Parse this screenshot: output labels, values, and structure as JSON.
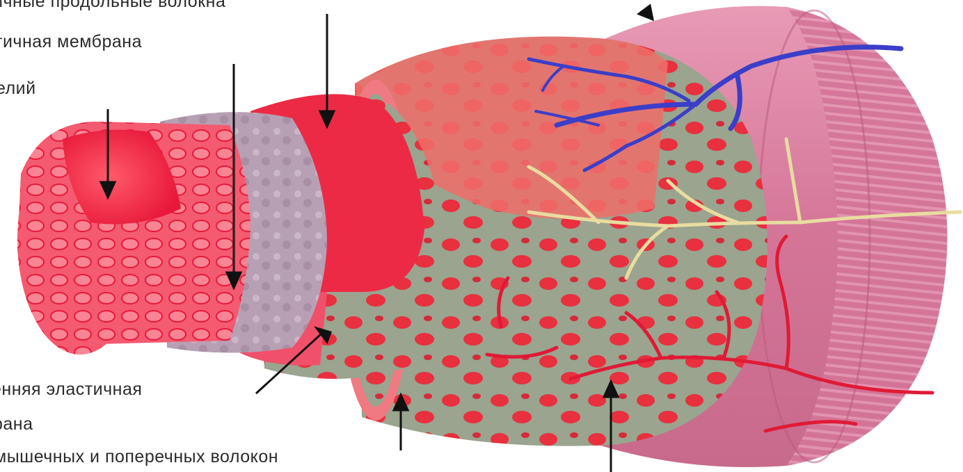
{
  "labels": [
    "ичные продольные волокна",
    "тичная мембрана",
    "елий",
    "енняя эластичная",
    "рана",
    "мышечных и поперечных волокон"
  ],
  "colors": {
    "lumen_red": "#e8183a",
    "intima_red": "#f03a52",
    "membrane_lilac": "#b79fb0",
    "media_green": "#9aa48e",
    "adventitia_pink": "#d77a9c",
    "vein_blue": "#3b3ec8",
    "nerve_yellow": "#e8dca0",
    "arrow_black": "#111111"
  }
}
